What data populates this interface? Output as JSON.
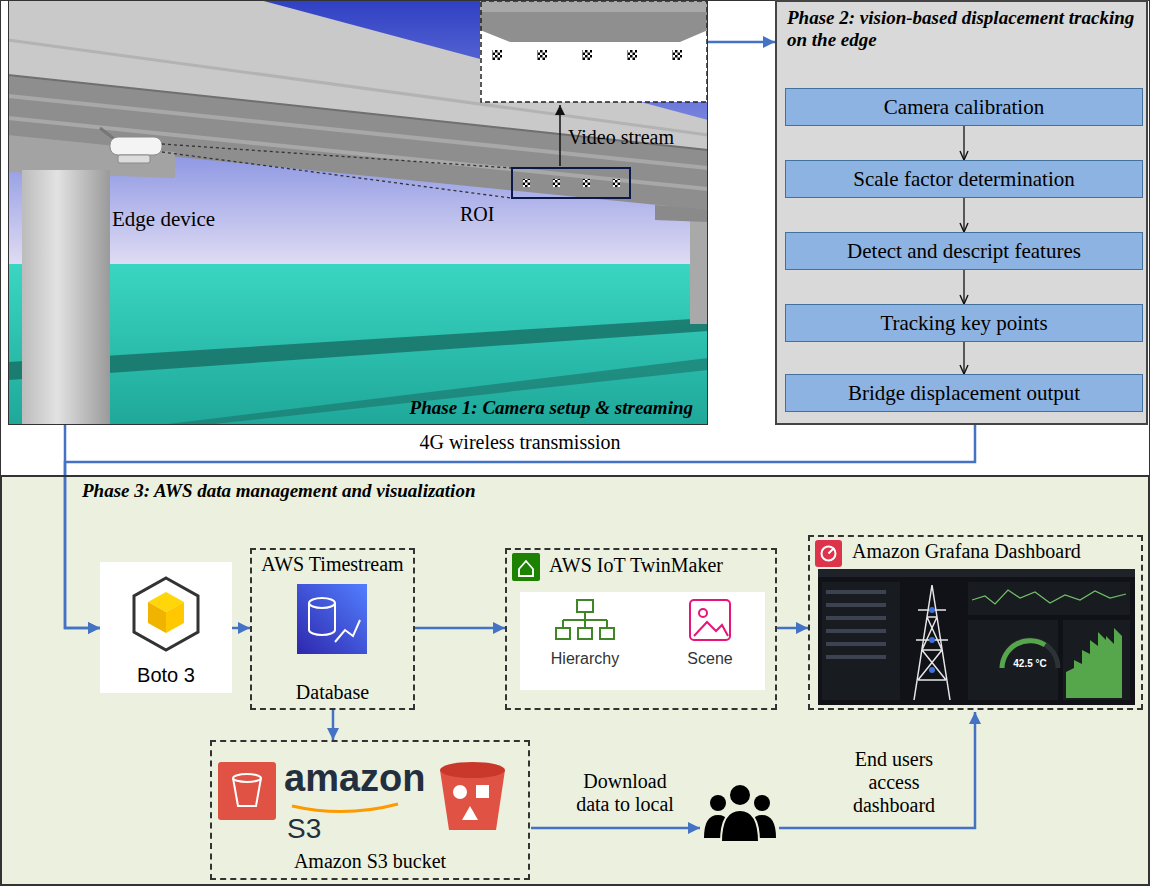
{
  "diagram": {
    "nodes": [
      {
        "text": [
          "Phase 1: Camera setup & streaming"
        ]
      },
      {
        "text": [
          "Phase 2: vision-based displacement tracking on the edge"
        ]
      },
      {
        "text": [
          "Camera calibration"
        ],
        "in": 1
      },
      {
        "text": [
          "Scale factor determination"
        ],
        "in": 1
      },
      {
        "text": [
          "Detect and descript features"
        ],
        "in": 1
      },
      {
        "text": [
          "Tracking key points"
        ],
        "in": 1
      },
      {
        "text": [
          "Bridge displacement output"
        ],
        "in": 1
      },
      {
        "text": [
          "Phase 3: AWS data management and visualization"
        ]
      },
      {
        "text": [
          "Boto 3"
        ],
        "in": 7
      },
      {
        "text": [
          "AWS Timestream",
          "Database"
        ],
        "in": 7
      },
      {
        "text": [
          "AWS IoT TwinMaker"
        ],
        "in": 7
      },
      {
        "text": [
          "Amazon Grafana Dashboard"
        ],
        "in": 7
      },
      {
        "text": [
          "Amazon S3 bucket"
        ],
        "in": 7
      }
    ],
    "edges": [
      {
        "from": 0,
        "to": 1,
        "arrow": "to"
      },
      {
        "from": 2,
        "to": 3,
        "arrow": "to"
      },
      {
        "from": 3,
        "to": 4,
        "arrow": "to"
      },
      {
        "from": 4,
        "to": 5,
        "arrow": "to"
      },
      {
        "from": 5,
        "to": 6,
        "arrow": "to"
      },
      {
        "from": 1,
        "to": 8,
        "label": "4G wireless transmission",
        "arrow": "to"
      },
      {
        "from": 0,
        "to": 8,
        "arrow": "to"
      },
      {
        "from": 8,
        "to": 9,
        "arrow": "to"
      },
      {
        "from": 9,
        "to": 10,
        "arrow": "to"
      },
      {
        "from": 10,
        "to": 11,
        "arrow": "to"
      },
      {
        "from": 9,
        "to": 12,
        "arrow": "to"
      }
    ],
    "labels": [
      "Video stream",
      "Edge device",
      "ROI",
      "Hierarchy",
      "Scene",
      "amazon",
      "S3",
      "42.5 °C",
      "Download data to local",
      "End users access dashboard"
    ]
  }
}
